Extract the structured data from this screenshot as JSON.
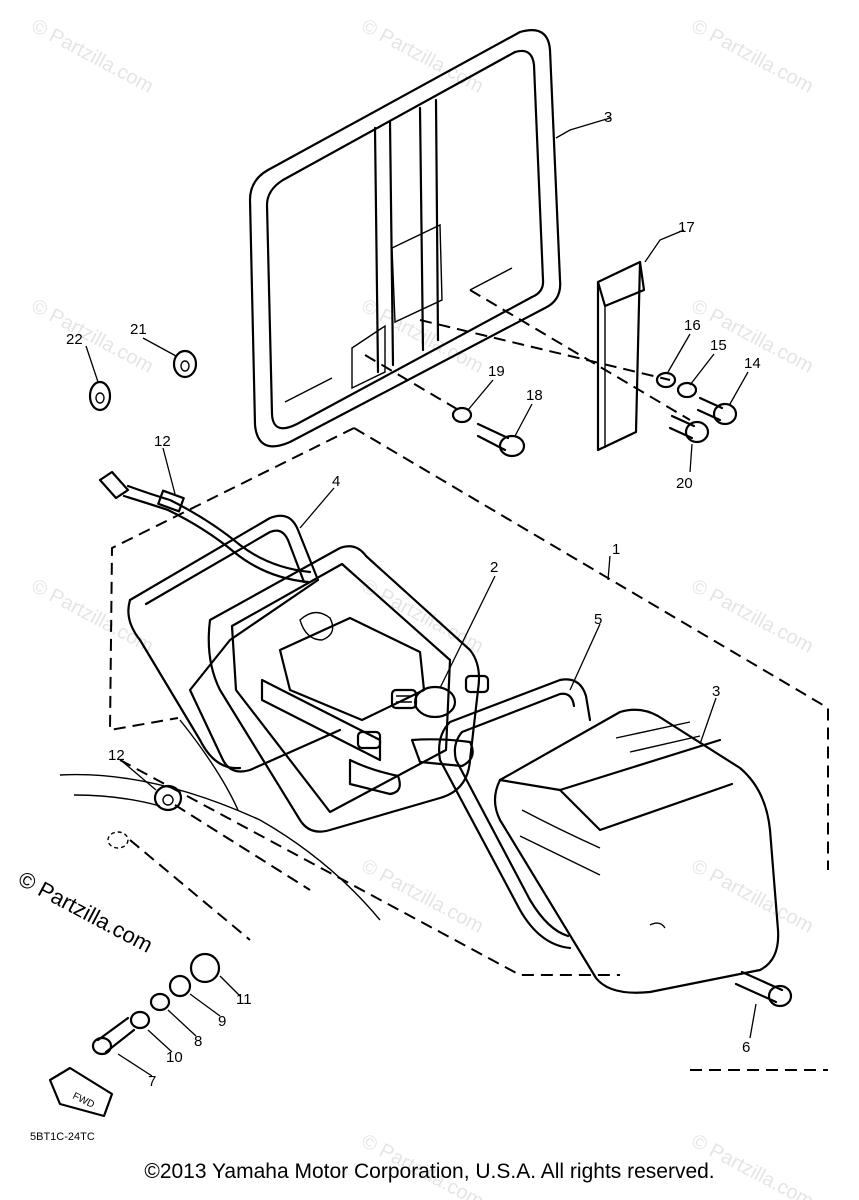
{
  "diagram": {
    "part_labels": [
      "1",
      "2",
      "3",
      "3",
      "4",
      "5",
      "6",
      "7",
      "8",
      "9",
      "10",
      "11",
      "12",
      "12",
      "14",
      "15",
      "16",
      "17",
      "18",
      "19",
      "20",
      "21",
      "22"
    ],
    "figure_code": "5BT1C-24TC",
    "direction_icon": "front-arrow-icon",
    "direction_text": "FWD"
  },
  "watermark": {
    "text": "© Partzilla.com",
    "corner_text": "© Partzilla.com"
  },
  "footer": {
    "copyright": "©2013 Yamaha Motor Corporation, U.S.A. All rights reserved."
  }
}
